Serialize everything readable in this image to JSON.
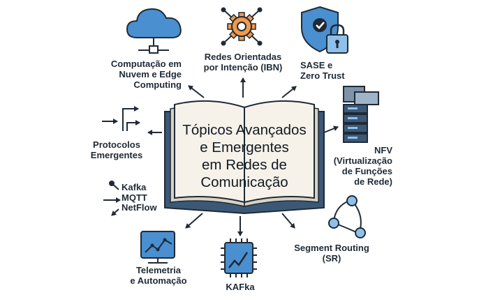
{
  "center": {
    "title_lines": [
      "Tópicos Avançados",
      "e Emergentes",
      "em Redes de",
      "Comunicação"
    ]
  },
  "topics": {
    "cloud": {
      "lines": [
        "Computação em",
        "Nuvem e Edge",
        "Computing"
      ],
      "icon": "cloud-network-icon"
    },
    "ibn": {
      "lines": [
        "Redes Orientadas",
        "por Intenção (IBN)"
      ],
      "icon": "gear-network-icon"
    },
    "sase": {
      "lines": [
        "SASE e",
        "Zero Trust"
      ],
      "icon": "shield-lock-icon"
    },
    "nfv": {
      "lines": [
        "NFV",
        "(Virtualização",
        "de Funções",
        "de Rede)"
      ],
      "icon": "server-stack-icon"
    },
    "protocols": {
      "lines": [
        "Protocolos",
        "Emergentes"
      ],
      "icon": "branching-arrows-icon"
    },
    "list": {
      "items": [
        "Kafka",
        "MQTT",
        "NetFlow"
      ],
      "icon": "arrows-list-icon"
    },
    "sr": {
      "lines": [
        "Segment Routing",
        "(SR)"
      ],
      "icon": "node-path-icon"
    },
    "telemetry": {
      "lines": [
        "Telemetria",
        "e Automação"
      ],
      "icon": "monitor-chart-icon"
    },
    "kafka": {
      "lines": [
        "KAFka"
      ],
      "icon": "chip-chart-icon"
    }
  },
  "colors": {
    "dark": "#1f2a36",
    "blue": "#4a8fd0",
    "light_blue": "#8fc0ea",
    "orange": "#f09a4a",
    "book_cover": "#3c5877",
    "page": "#f6f2ea"
  }
}
